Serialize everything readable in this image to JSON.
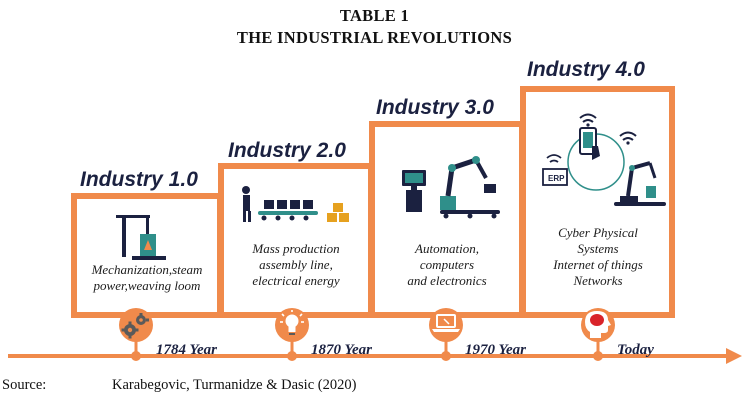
{
  "title": {
    "line1": "TABLE 1",
    "line2": "THE INDUSTRIAL REVOLUTIONS"
  },
  "stages": [
    {
      "label": "Industry 1.0",
      "caption": [
        "Mechanization,steam",
        "power,weaving loom"
      ],
      "year": "1784 Year",
      "icon": "gears-icon"
    },
    {
      "label": "Industry 2.0",
      "caption": [
        "Mass production",
        "assembly line,",
        "electrical energy"
      ],
      "year": "1870 Year",
      "icon": "lightbulb-icon"
    },
    {
      "label": "Industry 3.0",
      "caption": [
        "Automation,",
        "computers",
        "and electronics"
      ],
      "year": "1970 Year",
      "icon": "laptop-icon"
    },
    {
      "label": "Industry 4.0",
      "caption": [
        "Cyber Physical",
        "Systems",
        "Internet of things",
        "Networks"
      ],
      "year": "Today",
      "icon": "brain-head-icon",
      "erp_label": "ERP"
    }
  ],
  "source": {
    "label": "Source:",
    "text": "Karabegovic, Turmanidze & Dasic (2020)"
  },
  "colors": {
    "accent": "#f08a4b",
    "dark": "#1b2140",
    "teal": "#2f8f8a",
    "brain_red": "#d9232a"
  }
}
